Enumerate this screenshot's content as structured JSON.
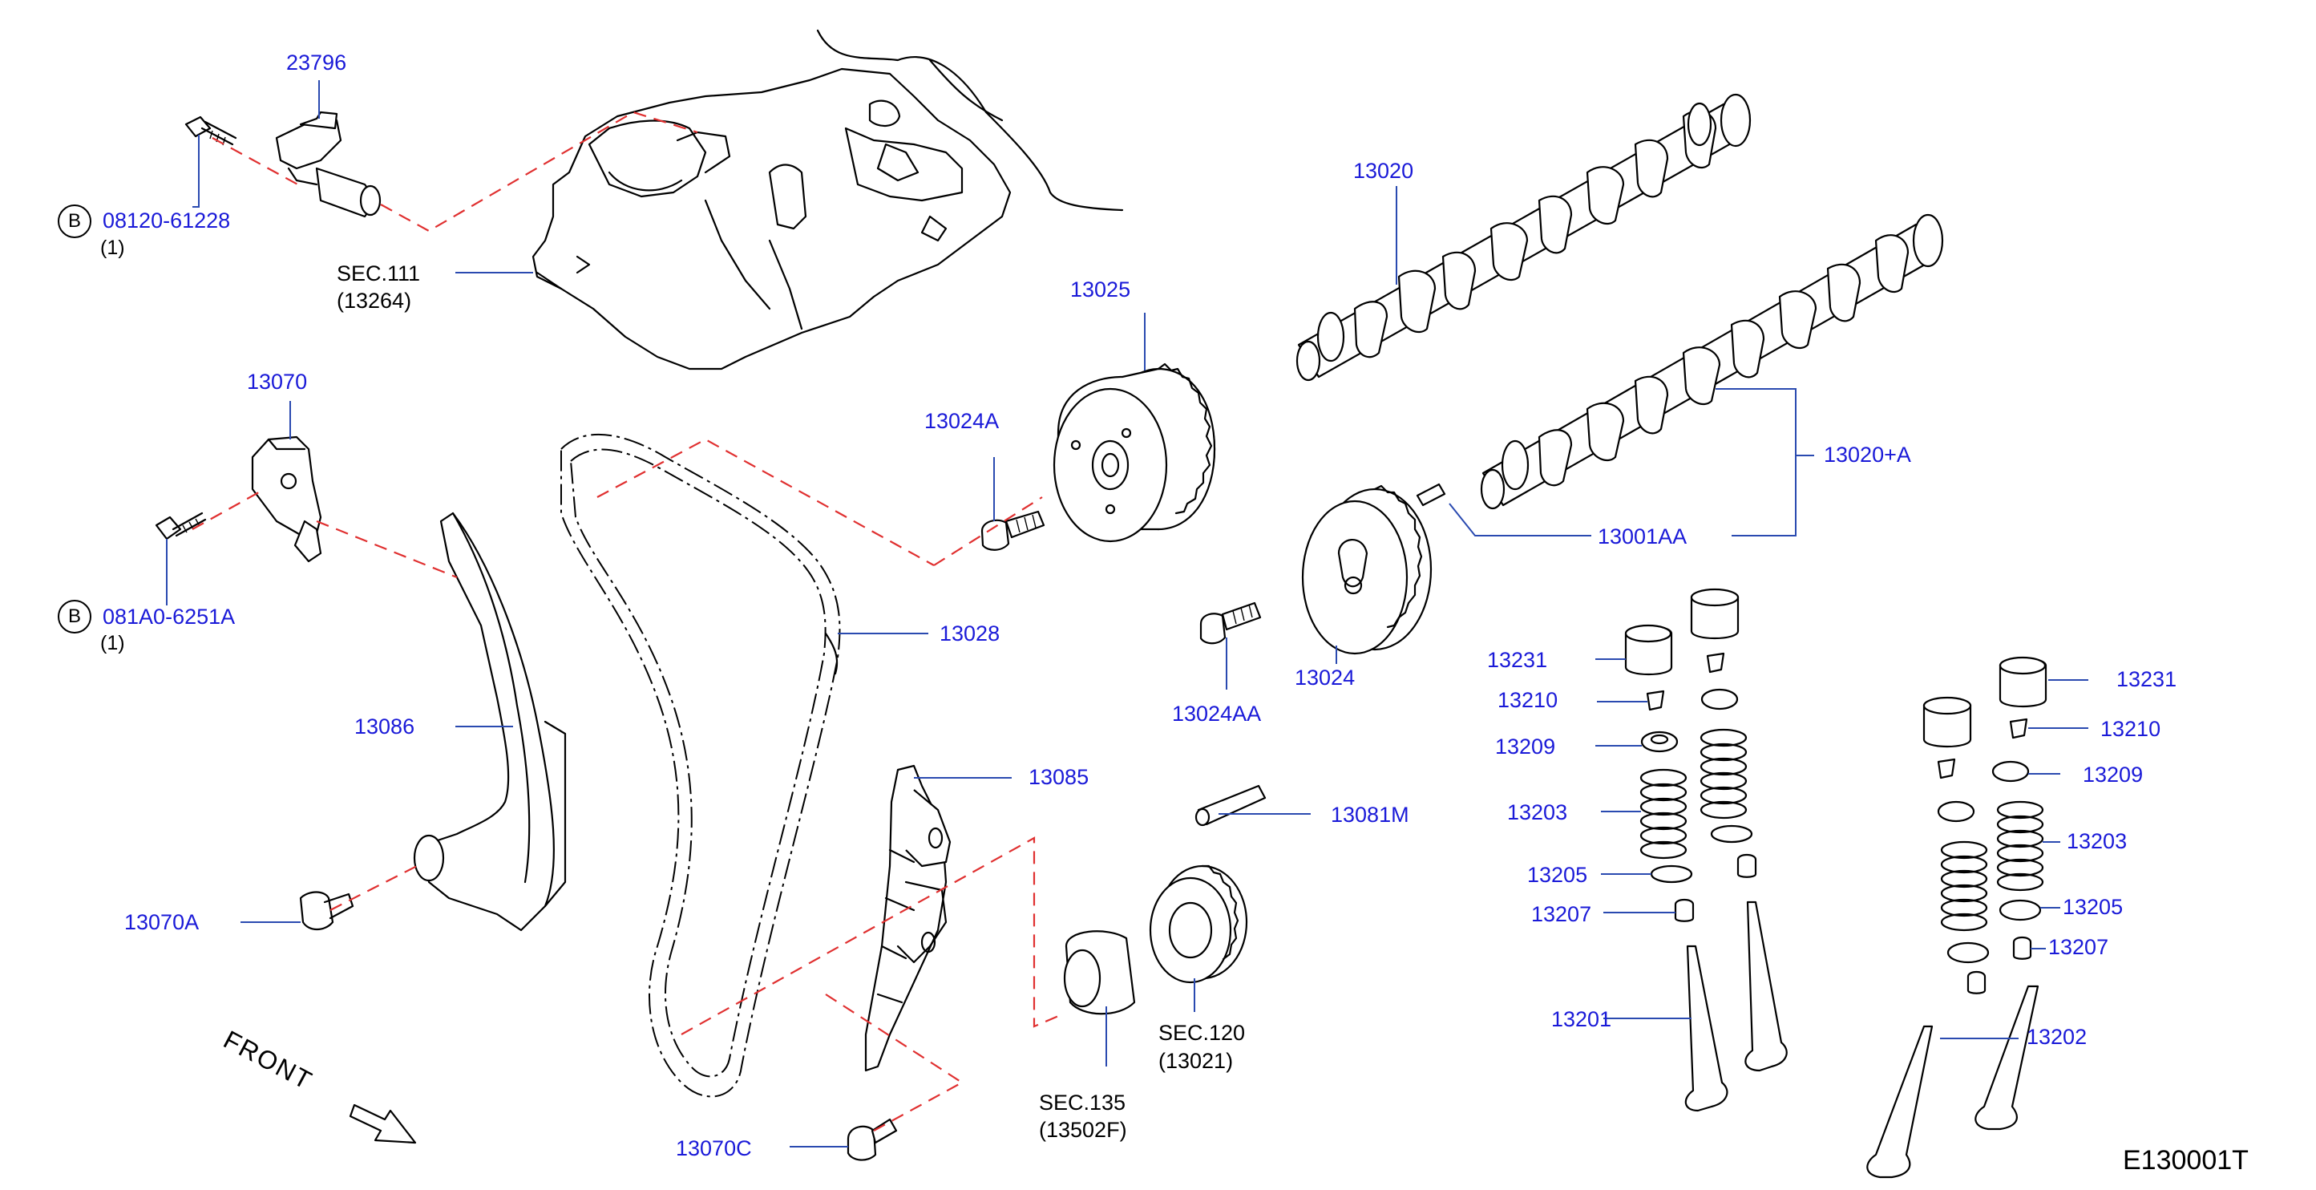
{
  "colors": {
    "label": "#1a1ad8",
    "line": "#000000",
    "leader": "#2a4ab0",
    "dashed": "#e03030"
  },
  "labels": {
    "p23796": "23796",
    "bolt1_code": "08120-61228",
    "bolt1_qty": "(1)",
    "sec111": "SEC.111",
    "sec111_sub": "(13264)",
    "p13070": "13070",
    "bolt2_code": "081A0-6251A",
    "bolt2_qty": "(1)",
    "p13086": "13086",
    "p13070A": "13070A",
    "p13024A": "13024A",
    "p13025": "13025",
    "p13028": "13028",
    "p13020": "13020",
    "p13020A": "13020+A",
    "p13001AA": "13001AA",
    "p13024": "13024",
    "p13024AA": "13024AA",
    "p13085": "13085",
    "p13081M": "13081M",
    "sec120": "SEC.120",
    "sec120_sub": "(13021)",
    "sec135": "SEC.135",
    "sec135_sub": "(13502F)",
    "p13070C": "13070C",
    "l13231": "13231",
    "l13210": "13210",
    "l13209": "13209",
    "l13203": "13203",
    "l13205": "13205",
    "l13207": "13207",
    "l13201": "13201",
    "r13231": "13231",
    "r13210": "13210",
    "r13209": "13209",
    "r13203": "13203",
    "r13205": "13205",
    "r13207": "13207",
    "r13202": "13202",
    "front": "FRONT",
    "diagram_code": "E130001T",
    "bolt_marker": "B"
  }
}
